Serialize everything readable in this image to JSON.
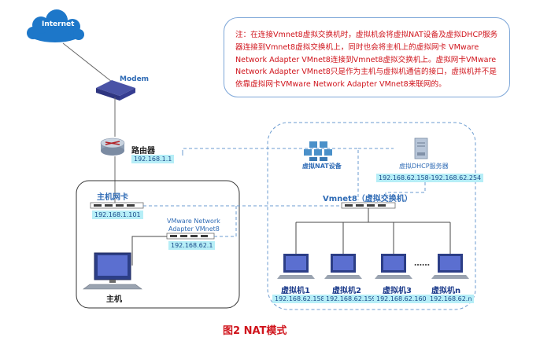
{
  "internet": {
    "label": "Internet"
  },
  "modem": {
    "label": "Modem"
  },
  "router": {
    "label": "路由器",
    "ip": "192.168.1.1"
  },
  "host": {
    "nic_label": "主机网卡",
    "nic_ip": "192.168.1.101",
    "vnet_adapter_label_line1": "VMware Network",
    "vnet_adapter_label_line2": "Adapter VMnet8",
    "vnet_adapter_ip": "192.168.62.1",
    "computer_label": "主机"
  },
  "nat_device": {
    "label": "虚拟NAT设备"
  },
  "dhcp_server": {
    "label": "虚拟DHCP服务器",
    "ip_range": "192.168.62.158-192.168.62.254"
  },
  "vswitch": {
    "label": "Vmnet8（虚拟交换机）"
  },
  "vms": [
    {
      "label": "虚拟机1",
      "ip": "192.168.62.158"
    },
    {
      "label": "虚拟机2",
      "ip": "192.168.62.159"
    },
    {
      "label": "虚拟机3",
      "ip": "192.168.62.160"
    },
    {
      "label": "虚拟机n",
      "ip": "192.168.62.n"
    }
  ],
  "ellipsis": "……",
  "note": {
    "text": "注：在连接Vmnet8虚拟交换机时，虚拟机会将虚拟NAT设备及虚拟DHCP服务器连接到Vmnet8虚拟交换机上，同时也会将主机上的虚拟网卡 VMware Network Adapter VMnet8连接到Vmnet8虚拟交换机上。虚拟网卡VMware Network Adapter VMnet8只是作为主机与虚拟机通信的接口，虚拟机并不是依靠虚拟网卡VMware Network Adapter VMnet8来联网的。"
  },
  "caption": {
    "text": "图2  NAT模式"
  }
}
